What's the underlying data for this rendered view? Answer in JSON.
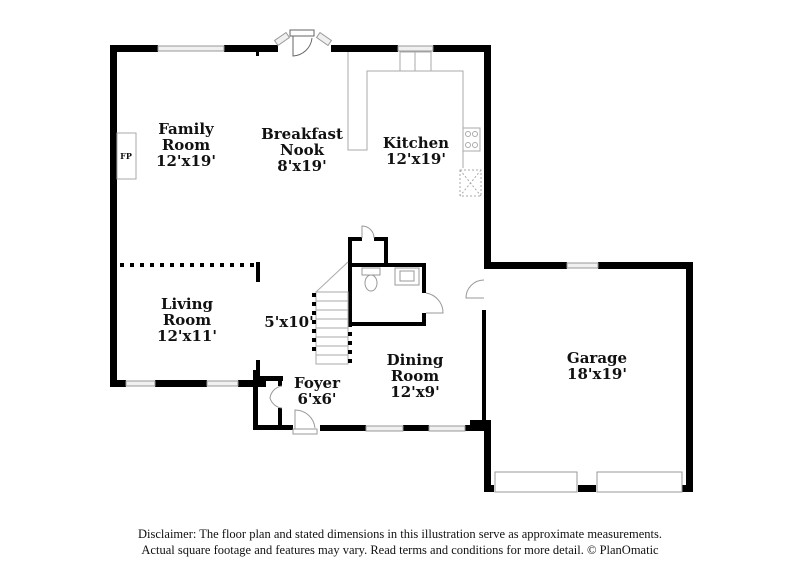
{
  "floorplan": {
    "rooms": [
      {
        "id": "family-room",
        "name_line1": "Family",
        "name_line2": "Room",
        "dims": "12'x19'"
      },
      {
        "id": "breakfast-nook",
        "name_line1": "Breakfast",
        "name_line2": "Nook",
        "dims": "8'x19'"
      },
      {
        "id": "kitchen",
        "name_line1": "Kitchen",
        "dims": "12'x19'"
      },
      {
        "id": "living-room",
        "name_line1": "Living",
        "name_line2": "Room",
        "dims": "12'x11'"
      },
      {
        "id": "stair-area",
        "dims": "5'x10'"
      },
      {
        "id": "foyer",
        "name_line1": "Foyer",
        "dims": "6'x6'"
      },
      {
        "id": "dining-room",
        "name_line1": "Dining",
        "name_line2": "Room",
        "dims": "12'x9'"
      },
      {
        "id": "garage",
        "name_line1": "Garage",
        "dims": "18'x19'"
      }
    ],
    "fixtures": {
      "fireplace_label": "FP"
    }
  },
  "disclaimer": {
    "line1": "Disclaimer: The floor plan and stated dimensions in this illustration serve as approximate measurements.",
    "line2": "Actual square footage and features may vary. Read terms and conditions for more detail. © PlanOmatic"
  }
}
